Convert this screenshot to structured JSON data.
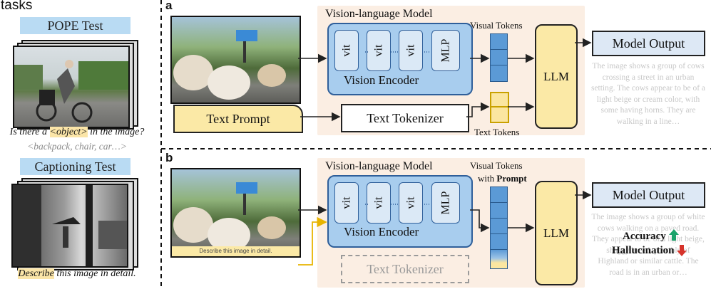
{
  "tasks_label": "tasks",
  "pope_title": "POPE Test",
  "pope_question": {
    "pre": "Is there a ",
    "obj": "<object>",
    "post": " in the image?"
  },
  "pope_examples": "<backpack, chair, car…>",
  "captioning_title": "Captioning Test",
  "describe": {
    "word": "Describe",
    "rest": " this image in detail."
  },
  "panel_a": {
    "letter": "a",
    "vlm_title": "Vision-language Model",
    "vit1": "vit",
    "vit2": "vit",
    "vit3": "vit",
    "mlp": "MLP",
    "encoder": "Vision Encoder",
    "visual_tokens": "Visual Tokens",
    "text_prompt": "Text Prompt",
    "text_tokenizer": "Text Tokenizer",
    "text_tokens": "Text Tokens",
    "llm": "LLM",
    "model_output": "Model Output",
    "output_text": "The image shows a group of cows crossing a street in an urban setting. The cows appear to be of a light beige or cream color, with some having horns. They are walking in a line…"
  },
  "panel_b": {
    "letter": "b",
    "vlm_title": "Vision-language Model",
    "vit1": "vit",
    "vit2": "vit",
    "vit3": "vit",
    "mlp": "MLP",
    "encoder": "Vision Encoder",
    "visual_tokens": "Visual Tokens",
    "with_prefix": "with ",
    "prompt_word": "Prompt",
    "image_caption": "Describe this image in detail.",
    "text_tokenizer": "Text Tokenizer",
    "llm": "LLM",
    "model_output": "Model Output",
    "output_text": "The image shows a group of white cows walking on a paved road. They appear to be of a light beige, shaggy breed, possibly of Highland or similar cattle. The road is in an urban or…",
    "accuracy": "Accuracy",
    "hallucination": "Hallucination"
  },
  "colors": {
    "accent_blue": "#5b9ad6",
    "encoder_blue": "#a8cdee",
    "llm_yellow": "#fbe9a6",
    "arrow_gold": "#e8b400",
    "up_green": "#1aa36b",
    "down_red": "#d6332b"
  }
}
